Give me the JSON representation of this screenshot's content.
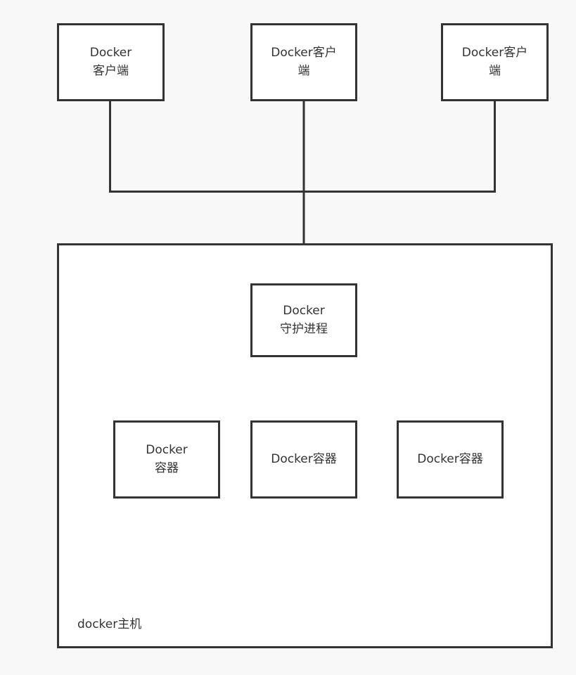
{
  "diagram": {
    "type": "docker-architecture-diagram",
    "background_color": "#f8f8f8",
    "node_fill_color": "#ffffff",
    "stroke_color": "#333333",
    "text_color": "#333333",
    "clients": [
      {
        "id": "client-1",
        "label": "Docker\n客户端"
      },
      {
        "id": "client-2",
        "label": "Docker客户\n端"
      },
      {
        "id": "client-3",
        "label": "Docker客户\n端"
      }
    ],
    "host": {
      "id": "docker-host",
      "label": "docker主机"
    },
    "daemon": {
      "id": "daemon",
      "label": "Docker\n守护进程"
    },
    "containers": [
      {
        "id": "container-1",
        "label": "Docker\n容器"
      },
      {
        "id": "container-2",
        "label": "Docker容器"
      },
      {
        "id": "container-3",
        "label": "Docker容器"
      }
    ],
    "edges": [
      {
        "from": "client-1",
        "to": "daemon",
        "arrow": true
      },
      {
        "from": "client-2",
        "to": "daemon",
        "arrow": true
      },
      {
        "from": "client-3",
        "to": "daemon",
        "arrow": true
      },
      {
        "from": "daemon",
        "to": "container-1",
        "arrow": true
      },
      {
        "from": "daemon",
        "to": "container-2",
        "arrow": true
      },
      {
        "from": "daemon",
        "to": "container-3",
        "arrow": true
      }
    ]
  }
}
